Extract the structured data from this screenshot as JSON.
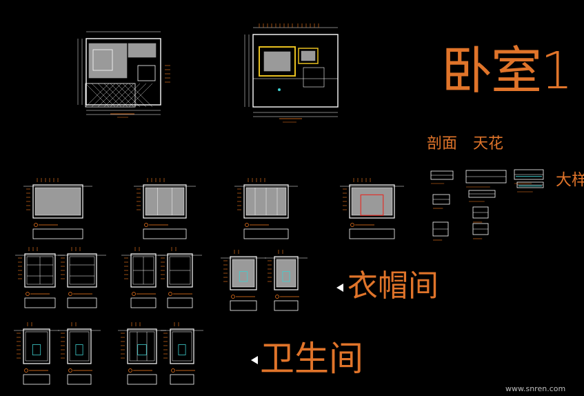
{
  "labels": {
    "title": "卧室1",
    "section": "剖面",
    "ceiling": "天花",
    "detail": "大样",
    "closet": "衣帽间",
    "bathroom": "卫生间"
  },
  "watermark": "www.snren.com",
  "colors": {
    "background": "#000000",
    "label": "#e0742a",
    "wall": "#ffffff",
    "dimension": "#ff7f1f",
    "fill": "#9a9a9a",
    "accent_cyan": "#3fd0d0",
    "accent_yellow": "#e8c020",
    "accent_red": "#e0302a"
  },
  "icons": [
    "triangle-pointer-icon"
  ]
}
